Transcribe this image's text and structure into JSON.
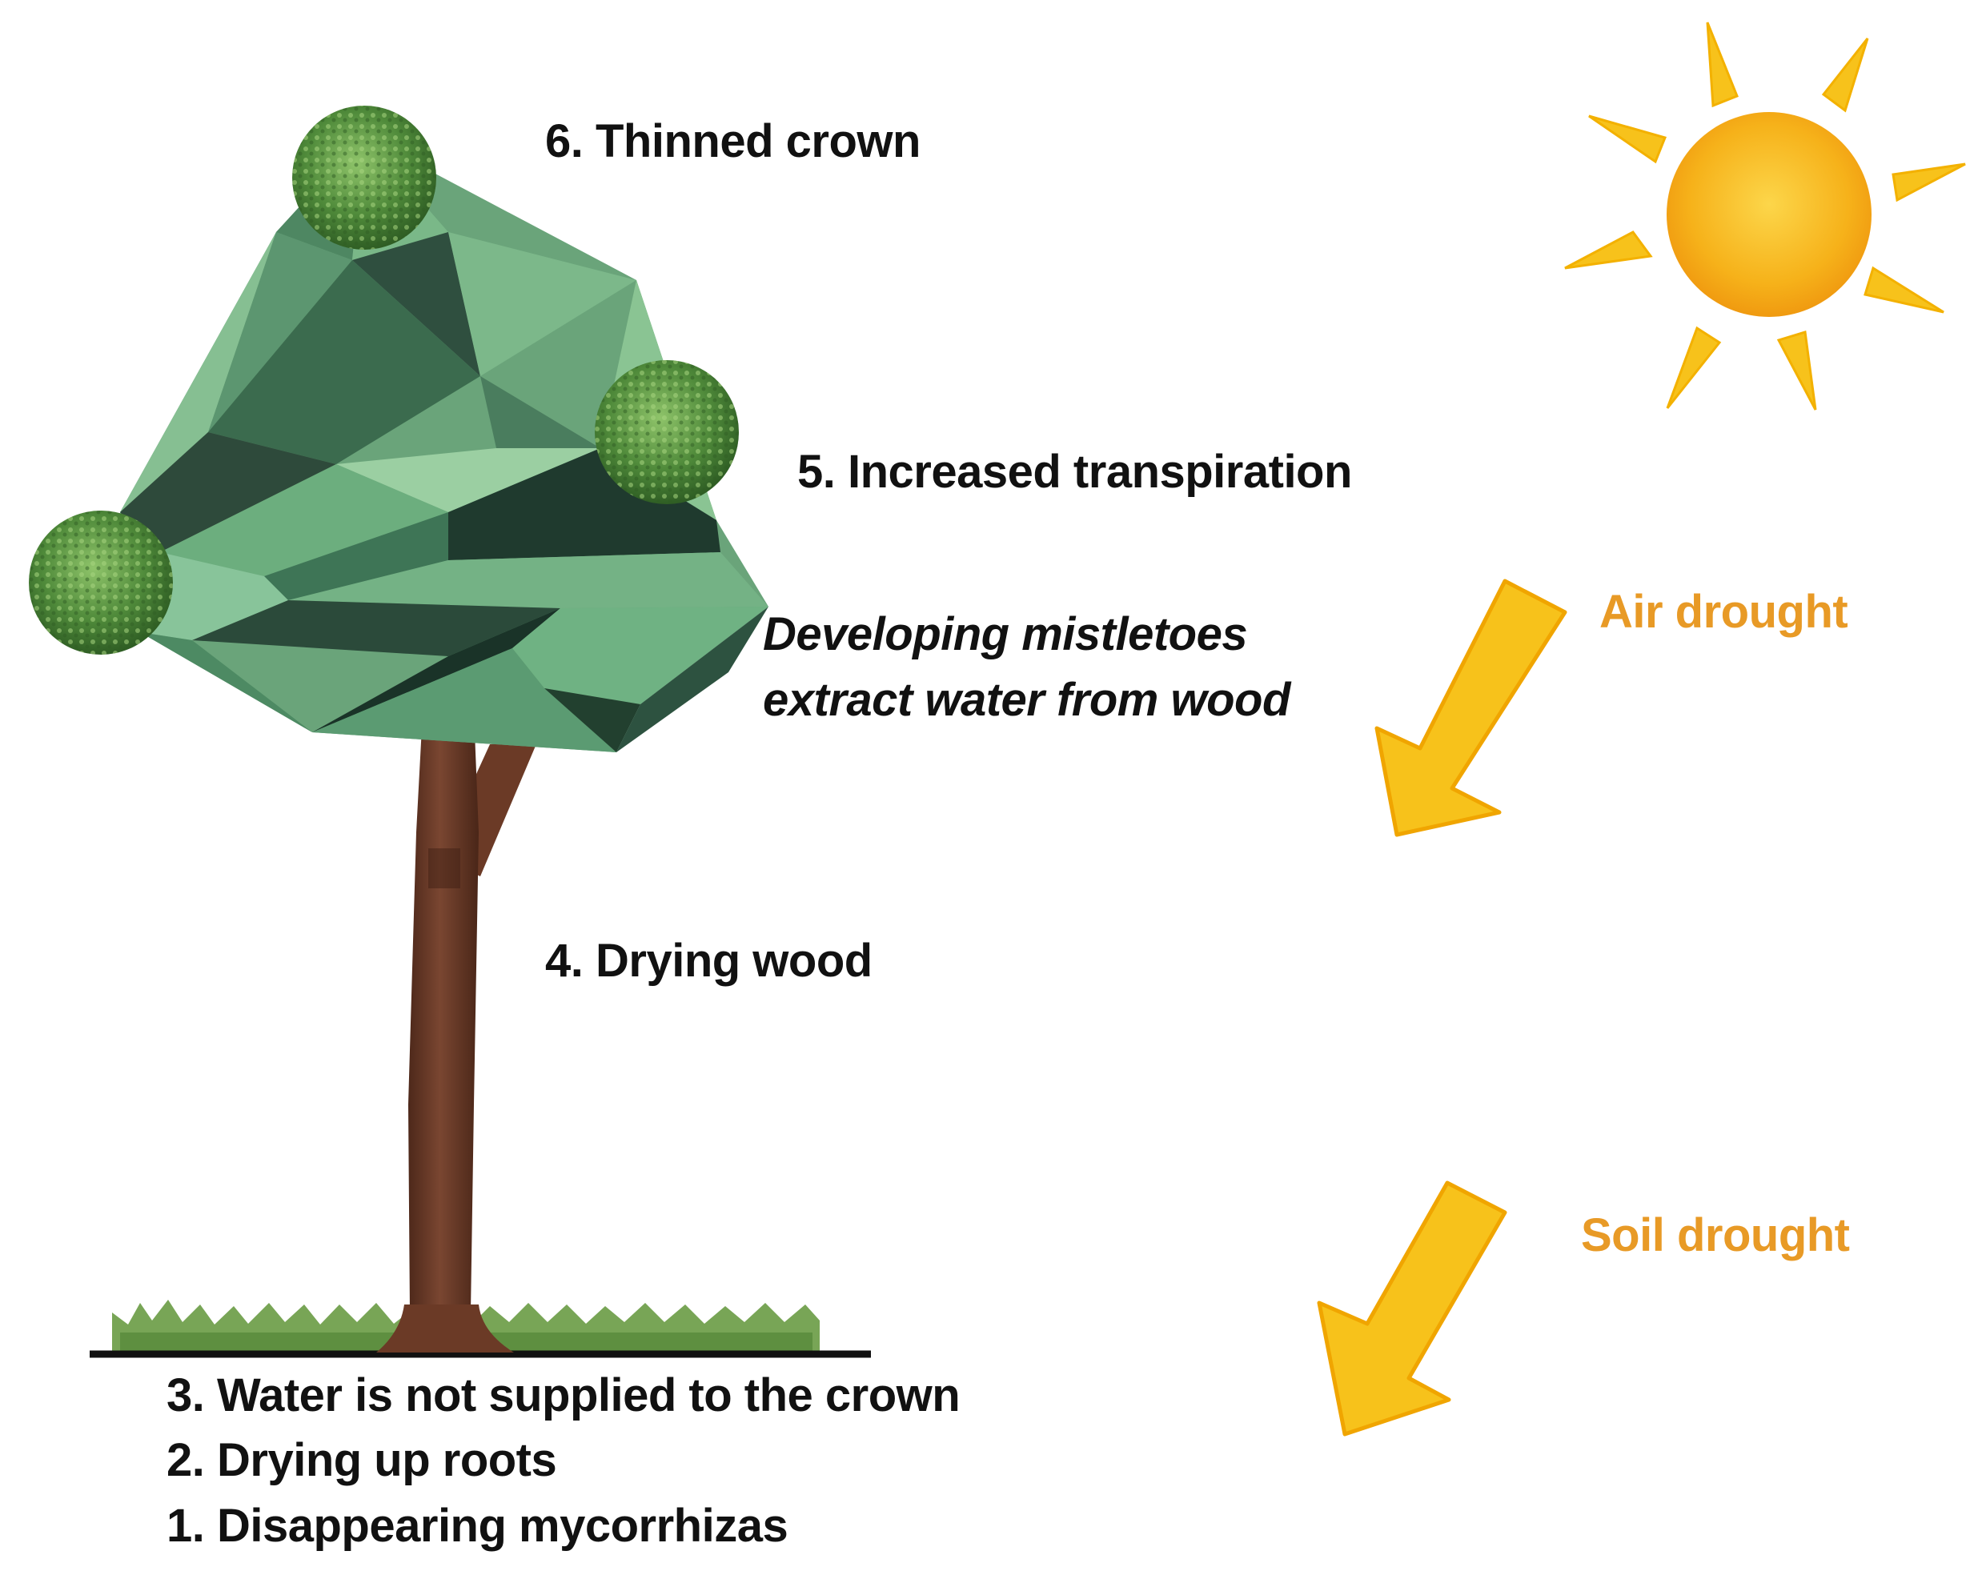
{
  "labels": {
    "thinned_crown": "6. Thinned crown",
    "increased_transpiration": "5. Increased transpiration",
    "mistletoes_line1": "Developing mistletoes",
    "mistletoes_line2": "extract water from wood",
    "drying_wood": "4. Drying wood",
    "water_not_supplied": "3. Water is not supplied to the crown",
    "drying_roots": "2. Drying up roots",
    "disappearing_mycorrhizas": "1. Disappearing mycorrhizas",
    "air_drought": "Air drought",
    "soil_drought": "Soil drought"
  },
  "colors": {
    "accent": "#e89a26",
    "arrow_fill": "#f7c21b",
    "arrow_stroke": "#f0a500",
    "sun_core": "#f6b21a",
    "trunk": "#6b3a26",
    "foliage": "#5f9a6f",
    "text": "#111111"
  },
  "icons": {
    "sun": "sun-icon",
    "tree": "tree-illustration",
    "mistletoe": "mistletoe-clump-icon",
    "grass": "grass-icon",
    "air_arrow": "arrow-down-left-icon",
    "soil_arrow": "arrow-down-left-icon"
  }
}
